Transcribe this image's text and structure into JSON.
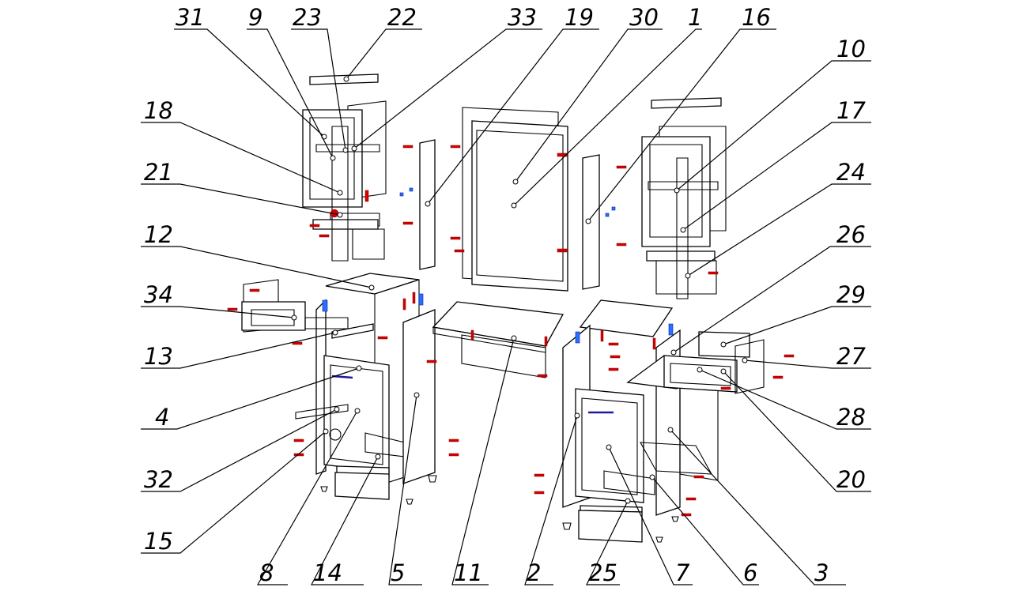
{
  "drawing": {
    "type": "exploded-assembly",
    "callouts": [
      {
        "id": "c31",
        "text": "31"
      },
      {
        "id": "c9",
        "text": "9"
      },
      {
        "id": "c23",
        "text": "23"
      },
      {
        "id": "c22",
        "text": "22"
      },
      {
        "id": "c33",
        "text": "33"
      },
      {
        "id": "c19",
        "text": "19"
      },
      {
        "id": "c30",
        "text": "30"
      },
      {
        "id": "c1",
        "text": "1"
      },
      {
        "id": "c16",
        "text": "16"
      },
      {
        "id": "c10",
        "text": "10"
      },
      {
        "id": "c17",
        "text": "17"
      },
      {
        "id": "c24",
        "text": "24"
      },
      {
        "id": "c26",
        "text": "26"
      },
      {
        "id": "c29",
        "text": "29"
      },
      {
        "id": "c27",
        "text": "27"
      },
      {
        "id": "c28",
        "text": "28"
      },
      {
        "id": "c20",
        "text": "20"
      },
      {
        "id": "c3",
        "text": "3"
      },
      {
        "id": "c6",
        "text": "6"
      },
      {
        "id": "c7",
        "text": "7"
      },
      {
        "id": "c25",
        "text": "25"
      },
      {
        "id": "c2",
        "text": "2"
      },
      {
        "id": "c11",
        "text": "11"
      },
      {
        "id": "c5",
        "text": "5"
      },
      {
        "id": "c14",
        "text": "14"
      },
      {
        "id": "c8",
        "text": "8"
      },
      {
        "id": "c15",
        "text": "15"
      },
      {
        "id": "c32",
        "text": "32"
      },
      {
        "id": "c4",
        "text": "4"
      },
      {
        "id": "c13",
        "text": "13"
      },
      {
        "id": "c34",
        "text": "34"
      },
      {
        "id": "c12",
        "text": "12"
      },
      {
        "id": "c21",
        "text": "21"
      },
      {
        "id": "c18",
        "text": "18"
      }
    ],
    "colors": {
      "line": "#000000",
      "fastener_red": "#d40000",
      "fitting_blue": "#2b6fff",
      "handle_blue": "#1a1aa8"
    }
  }
}
